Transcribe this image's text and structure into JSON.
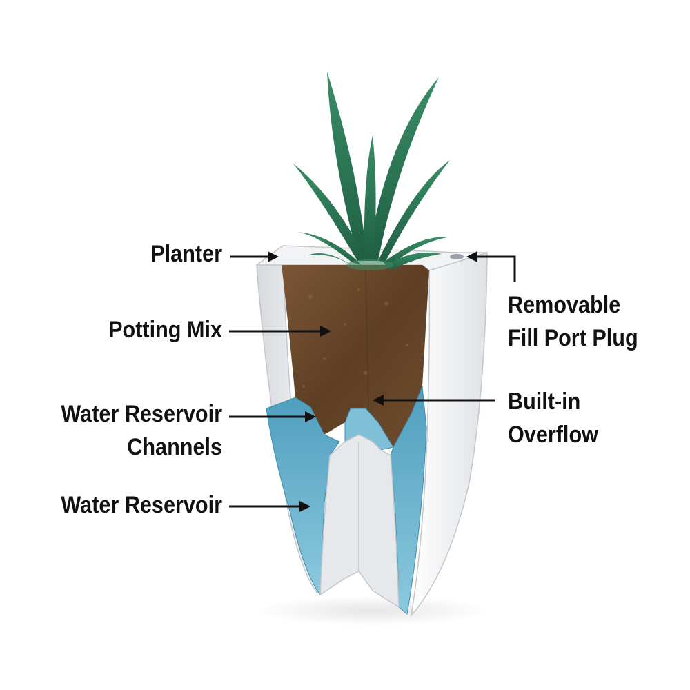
{
  "labels": {
    "planter": "Planter",
    "potting_mix": "Potting Mix",
    "channels_line1": "Water Reservoir",
    "channels_line2": "Channels",
    "reservoir": "Water Reservoir",
    "fill_port_line1": "Removable",
    "fill_port_line2": "Fill Port Plug",
    "overflow_line1": "Built-in",
    "overflow_line2": "Overflow"
  },
  "colors": {
    "planter_white": "#e9ebee",
    "planter_shade": "#c9cdd2",
    "soil": "#6b4a2e",
    "water": "#5aa9c7",
    "leaf": "#2b7a57",
    "text": "#111111"
  }
}
